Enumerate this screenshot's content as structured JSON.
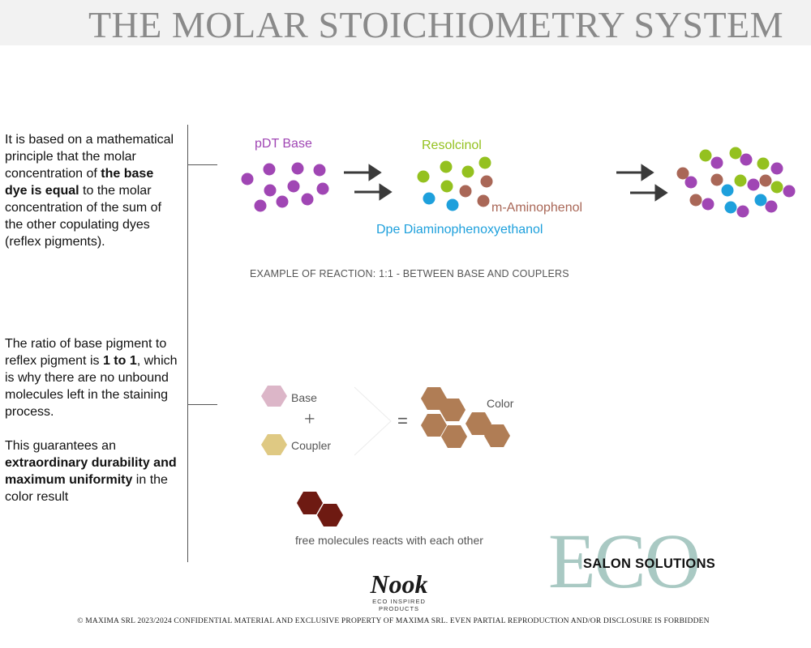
{
  "header": {
    "title": "THE MOLAR STOICHIOMETRY SYSTEM"
  },
  "left": {
    "p1": {
      "a": "It is based on a mathematical principle that the molar concentration of ",
      "b": "the base dye is equal",
      "c": " to the molar concentration of the sum of the other copulating dyes (reflex pigments)."
    },
    "p2": {
      "a": "The ratio of base pigment to reflex pigment is ",
      "b": "1 to 1",
      "c": ", which is why there are no unbound molecules left in the staining process."
    },
    "p3": {
      "a": "This guarantees an ",
      "b": "extraordinary durability and maximum uniformity",
      "c": " in the color result"
    }
  },
  "reaction": {
    "base_label": "pDT Base",
    "resolcinol_label": "Resolcinol",
    "aminophenol_label": "m-Aminophenol",
    "dpe_label": "Dpe Diaminophenoxyethanol",
    "caption": "EXAMPLE OF REACTION: 1:1 - BETWEEN BASE AND COUPLERS"
  },
  "combo": {
    "base_label": "Base",
    "plus": "+",
    "coupler_label": "Coupler",
    "equals": "=",
    "color_label": "Color",
    "free_label": "free molecules reacts with each other"
  },
  "colors": {
    "purple": "#a046b4",
    "green": "#94c11f",
    "brown": "#a96757",
    "blue": "#1ea0dc",
    "hex_base": "#dcb6c8",
    "hex_coupler": "#dfc983",
    "hex_color": "#b07d55",
    "hex_free": "#6e1a12",
    "eco": "#a9c9c3"
  },
  "brand": {
    "nook": "Nook",
    "nook_sub": "ECO INSPIRED PRODUCTS",
    "eco": "ECO",
    "salon": "SALON SOLUTIONS"
  },
  "footer": "© MAXIMA SRL 2023/2024 CONFIDENTIAL MATERIAL AND EXCLUSIVE PROPERTY OF MAXIMA SRL. EVEN PARTIAL REPRODUCTION AND/OR DISCLOSURE IS FORBIDDEN"
}
